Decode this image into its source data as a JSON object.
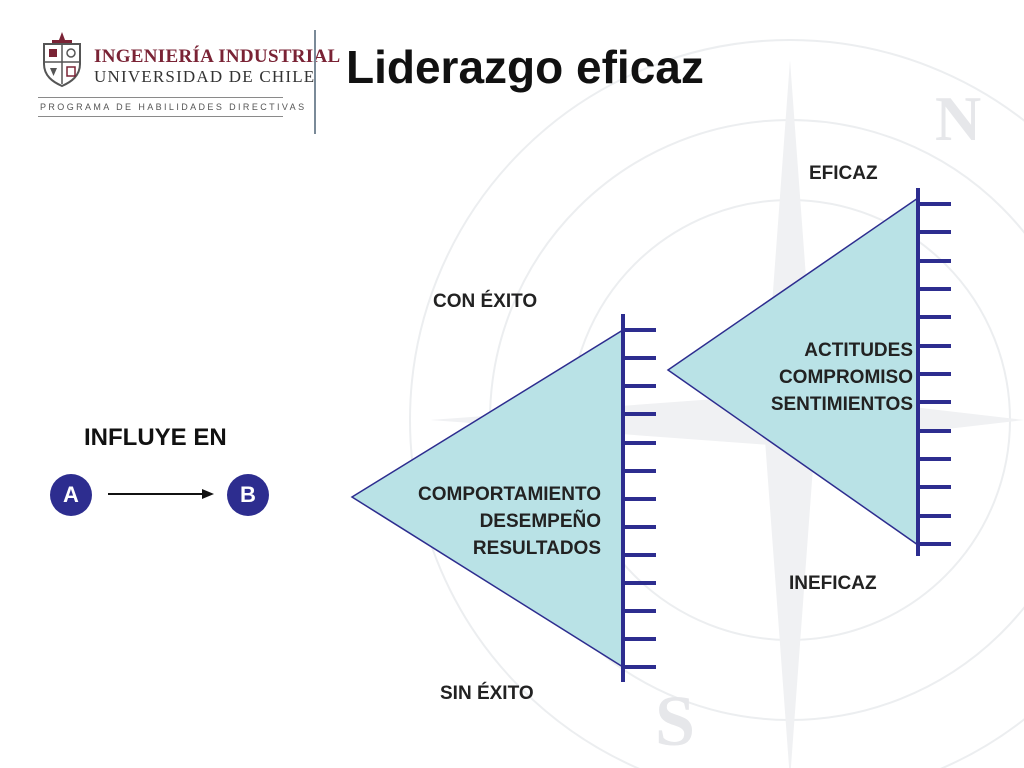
{
  "header": {
    "logo_line1": "INGENIERÍA INDUSTRIAL",
    "logo_line2": "UNIVERSIDAD DE CHILE",
    "logo_subtitle": "PROGRAMA DE HABILIDADES DIRECTIVAS",
    "title": "Liderazgo eficaz"
  },
  "influence": {
    "label": "INFLUYE EN",
    "node_a": "A",
    "node_b": "B"
  },
  "scale_lower": {
    "top_label": "CON ÉXITO",
    "bottom_label": "SIN ÉXITO",
    "lines": [
      "COMPORTAMIENTO",
      "DESEMPEÑO",
      "RESULTADOS"
    ]
  },
  "scale_upper": {
    "top_label": "EFICAZ",
    "bottom_label": "INEFICAZ",
    "lines": [
      "ACTITUDES",
      "COMPROMISO",
      "SENTIMIENTOS"
    ]
  },
  "colors": {
    "triangle_fill": "#b9e2e6",
    "ruler": "#2d2d8f",
    "node_fill": "#2d2d8f",
    "logo_red": "#7a2335"
  }
}
